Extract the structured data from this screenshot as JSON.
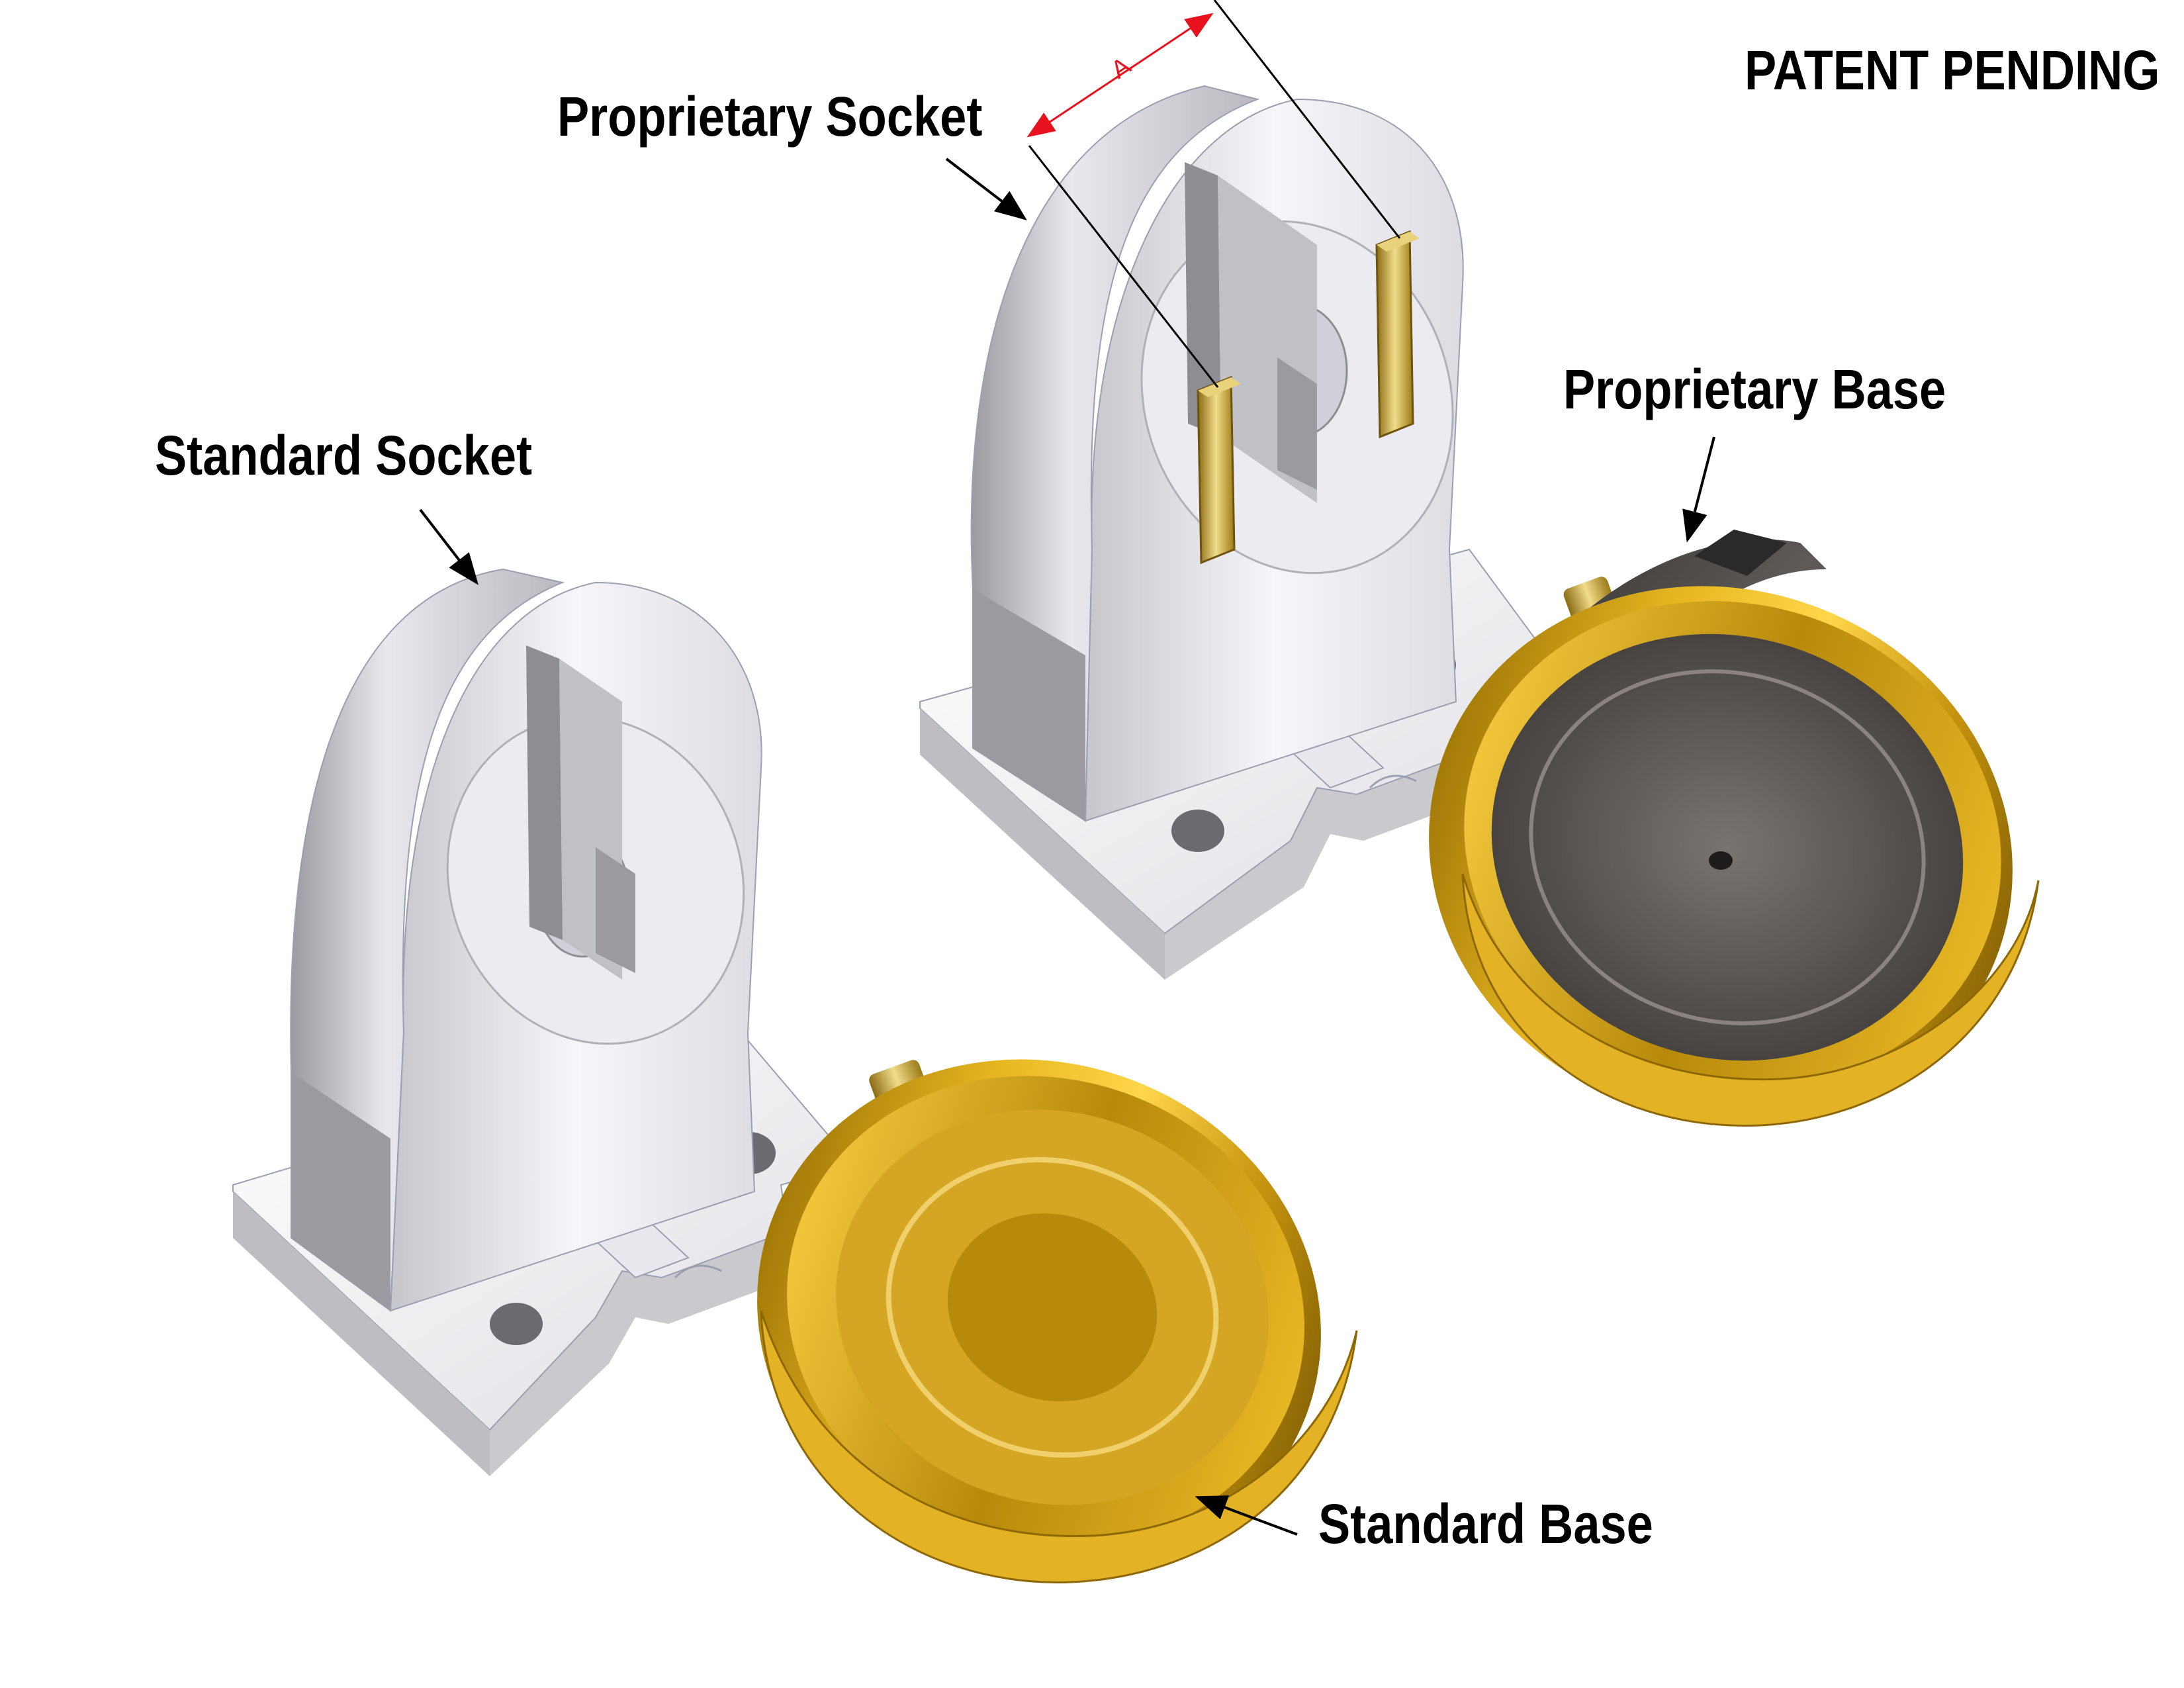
{
  "header": {
    "patent_notice": "PATENT PENDING"
  },
  "labels": {
    "proprietary_socket": "Proprietary Socket",
    "standard_socket": "Standard Socket",
    "proprietary_base": "Proprietary Base",
    "standard_base": "Standard Base"
  },
  "dimension": {
    "label": "A",
    "color": "#e8121e"
  },
  "colors": {
    "socket_body": "#e9e9ef",
    "socket_shadow": "#8d8d92",
    "brass": "#d2a11a",
    "brass_dark": "#9a7008",
    "base_inner": "#4e4a48",
    "pin": "#c9b36a"
  }
}
